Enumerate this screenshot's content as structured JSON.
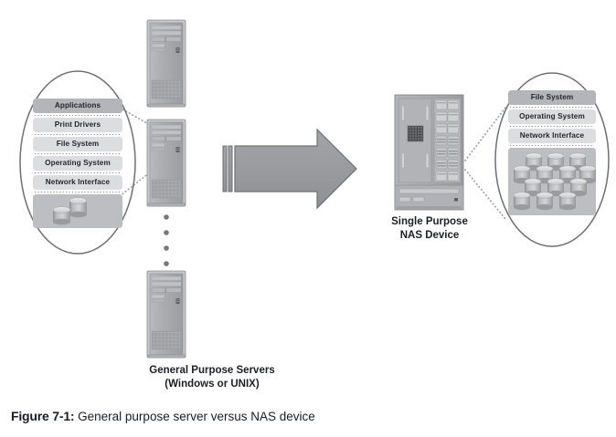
{
  "figure": {
    "number_label": "Figure 7-1:",
    "caption_text": "General purpose server versus NAS device"
  },
  "left_group": {
    "caption_line1": "General Purpose Servers",
    "caption_line2": "(Windows or UNIX)",
    "server_count_shown": 3,
    "ellipsis_dots": 4,
    "callout": {
      "title": "general-purpose-server-stack",
      "layers": [
        {
          "label": "Applications",
          "tone": "dark"
        },
        {
          "label": "Print Drivers",
          "tone": "light"
        },
        {
          "label": "File System",
          "tone": "light"
        },
        {
          "label": "Operating System",
          "tone": "light"
        },
        {
          "label": "Network Interface",
          "tone": "light"
        }
      ],
      "disk_count": 2
    }
  },
  "right_group": {
    "caption_line1": "Single Purpose",
    "caption_line2": "NAS Device",
    "callout": {
      "title": "nas-device-stack",
      "layers": [
        {
          "label": "File System",
          "tone": "dark"
        },
        {
          "label": "Operating System",
          "tone": "light"
        },
        {
          "label": "Network Interface",
          "tone": "light"
        }
      ],
      "disk_count": 13
    },
    "drive_bay_rows": 7,
    "drive_bay_cols": 2
  },
  "arrow": {
    "direction": "right",
    "tail_stripes": 2
  },
  "colors": {
    "chassis_fill": "#a8a9ad",
    "chassis_light": "#c3c4c7",
    "chassis_dark": "#8d8e92",
    "panel_fill": "#bfc0c3",
    "stack_box_dark": "#b4b5b8",
    "stack_box_light": "#dcdddf",
    "callout_panel": "#c8c9cb",
    "arrow_fill": "#9a9b9f",
    "outline": "#6b6c70",
    "text": "#1c2025",
    "background": "#ffffff"
  }
}
